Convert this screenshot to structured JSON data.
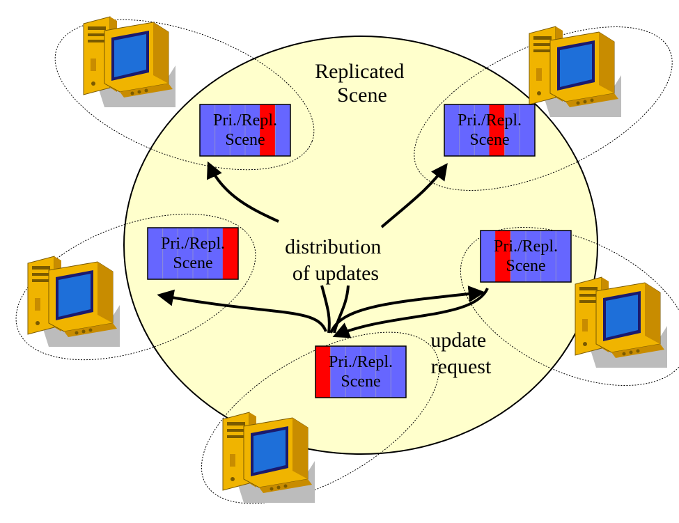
{
  "title": "Replicated Scene",
  "title_lines": [
    "Replicated",
    "Scene"
  ],
  "center_label_lines": [
    "distribution",
    "of updates"
  ],
  "request_label_lines": [
    "update",
    "request"
  ],
  "colors": {
    "scene_fill": "#ffffcc",
    "block_blue": "#6666ff",
    "block_red": "#ff0000",
    "block_divider": "#8a8ad8",
    "outline": "#000000",
    "computer_gold": "#f0b400",
    "computer_navy": "#1a1a6e",
    "screen_blue": "#1e6fd9",
    "shadow_gray": "#bcbcbc"
  },
  "nodes": [
    {
      "id": "top-left",
      "label_lines": [
        "Pri./Repl.",
        "Scene"
      ],
      "primary_slot": 4,
      "slot_count": 6
    },
    {
      "id": "top-right",
      "label_lines": [
        "Pri./Repl.",
        "Scene"
      ],
      "primary_slot": 3,
      "slot_count": 6
    },
    {
      "id": "middle-left",
      "label_lines": [
        "Pri./Repl.",
        "Scene"
      ],
      "primary_slot": 5,
      "slot_count": 6
    },
    {
      "id": "middle-right",
      "label_lines": [
        "Pri./Repl.",
        "Scene"
      ],
      "primary_slot": 1,
      "slot_count": 6
    },
    {
      "id": "bottom",
      "label_lines": [
        "Pri./Repl.",
        "Scene"
      ],
      "primary_slot": 0,
      "slot_count": 6
    }
  ],
  "computers": [
    "computer-top-left",
    "computer-top-right",
    "computer-middle-left",
    "computer-middle-right",
    "computer-bottom"
  ]
}
